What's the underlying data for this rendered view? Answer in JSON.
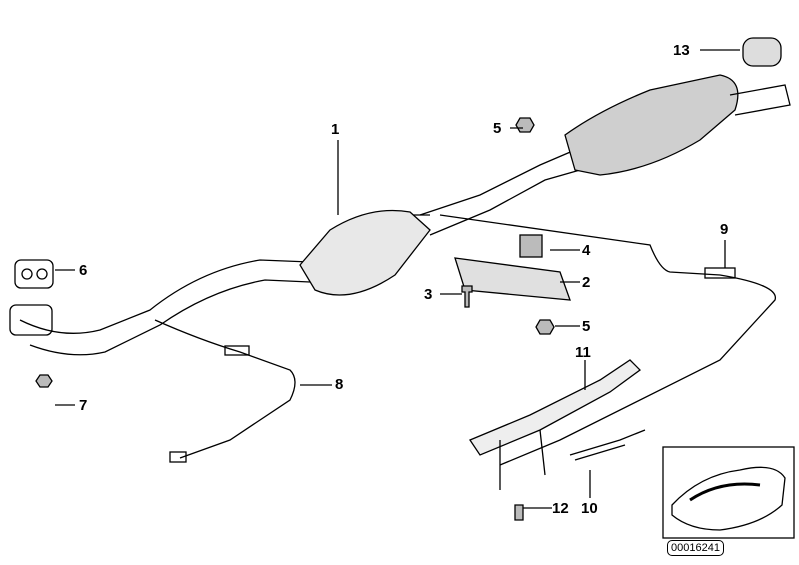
{
  "diagram": {
    "callouts": [
      {
        "id": "1",
        "text": "1"
      },
      {
        "id": "2",
        "text": "2"
      },
      {
        "id": "3",
        "text": "3"
      },
      {
        "id": "4",
        "text": "4"
      },
      {
        "id": "5a",
        "text": "5"
      },
      {
        "id": "5b",
        "text": "5"
      },
      {
        "id": "6",
        "text": "6"
      },
      {
        "id": "7",
        "text": "7"
      },
      {
        "id": "8",
        "text": "8"
      },
      {
        "id": "9",
        "text": "9"
      },
      {
        "id": "10",
        "text": "10"
      },
      {
        "id": "11",
        "text": "11"
      },
      {
        "id": "12",
        "text": "12"
      },
      {
        "id": "13",
        "text": "13"
      }
    ],
    "diagram_code": "00016241"
  }
}
